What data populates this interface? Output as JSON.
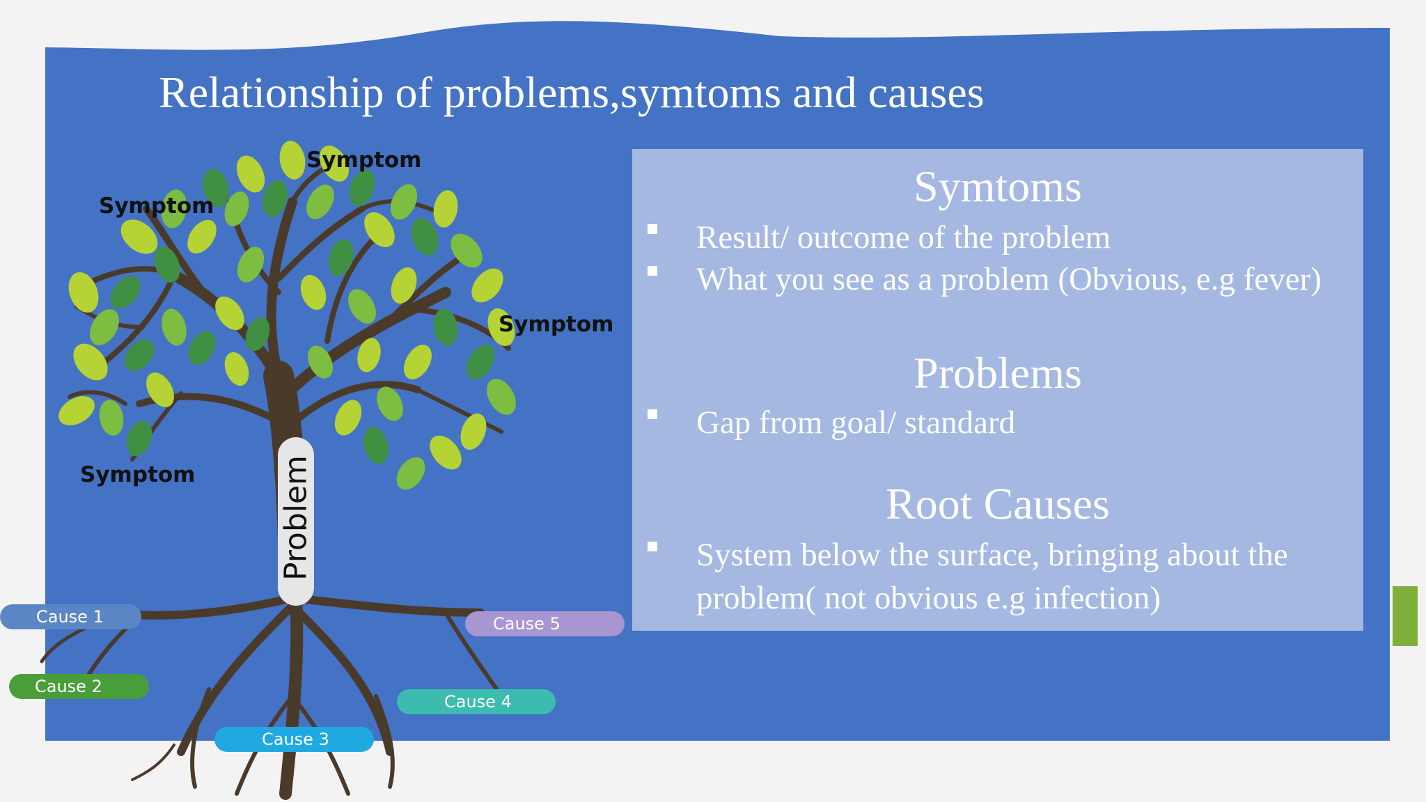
{
  "slide": {
    "title": "Relationship of problems,symtoms and causes"
  },
  "diagram": {
    "symptom_labels": [
      "Symptom",
      "Symptom",
      "Symptom",
      "Symptom"
    ],
    "trunk_label": "Problem",
    "causes": [
      "Cause 1",
      "Cause 2",
      "Cause 3",
      "Cause 4",
      "Cause 5"
    ]
  },
  "panel": {
    "symptoms": {
      "heading": "Symtoms",
      "bullets": [
        "Result/ outcome of the problem",
        "What you see as a problem (Obvious, e.g fever)"
      ]
    },
    "problems": {
      "heading": "Problems",
      "bullets": [
        "Gap from goal/ standard"
      ]
    },
    "root_causes": {
      "heading": "Root Causes",
      "bullets": [
        "System below the surface, bringing about the problem( not obvious e.g infection)"
      ]
    }
  },
  "colors": {
    "slide_blue": "#4472c4",
    "trunk": "#4a3a2a",
    "leaf_light": "#b5d334",
    "leaf_mid": "#7cbd42",
    "leaf_dark": "#3f8f43",
    "cause_1": "#5b86c5",
    "cause_2": "#4a9e3a",
    "cause_3": "#1fa9e0",
    "cause_4": "#3cbcae",
    "cause_5": "#a896d3",
    "side_tab": "#7fb13a"
  }
}
